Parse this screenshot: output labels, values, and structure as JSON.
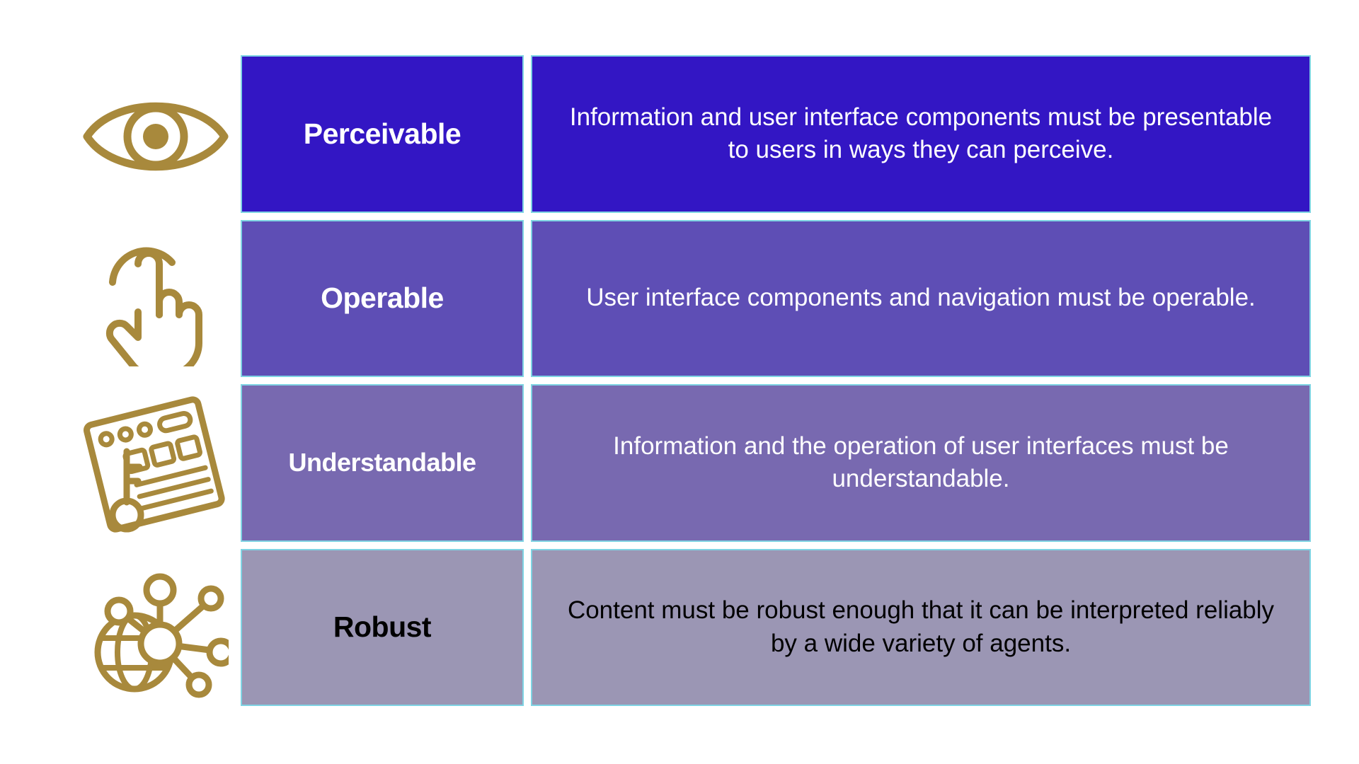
{
  "page": {
    "background_color": "#FFFFFF",
    "accent_icon_color": "#A8893C",
    "cell_border_color": "#7FD3E3"
  },
  "rows": [
    {
      "icon": "eye-icon",
      "label": "Perceivable",
      "description": "Information and user interface components must be presentable to users in ways they can perceive.",
      "background_color": "#3316C4",
      "label_color": "#FFFFFF",
      "description_color": "#FFFFFF"
    },
    {
      "icon": "pointing-hand-tap-icon",
      "label": "Operable",
      "description": "User interface components and navigation must be operable.",
      "background_color": "#5E4EB5",
      "label_color": "#FFFFFF",
      "description_color": "#FFFFFF"
    },
    {
      "icon": "document-key-icon",
      "label": "Understandable",
      "description": "Information and the operation of user interfaces must be understandable.",
      "background_color": "#7869B0",
      "label_color": "#FFFFFF",
      "description_color": "#FFFFFF"
    },
    {
      "icon": "globe-network-icon",
      "label": "Robust",
      "description": "Content must be robust enough that it can be interpreted reliably by a wide variety of agents.",
      "background_color": "#9B96B4",
      "label_color": "#000000",
      "description_color": "#000000"
    }
  ]
}
